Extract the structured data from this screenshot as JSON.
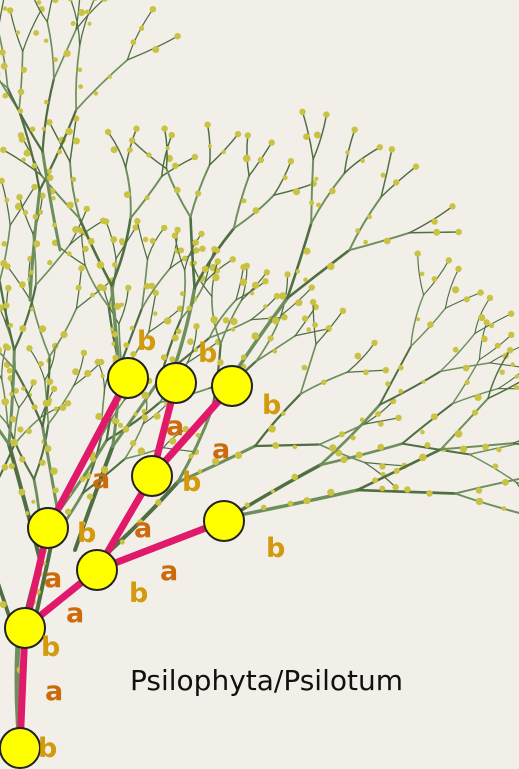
{
  "caption": "Psilophyta/Psilotum",
  "colors": {
    "background": "#f2efe8",
    "stem": "#6e8f5b",
    "stem_dark": "#4f6e42",
    "sporangium": "#c9c243",
    "branch_line": "#e0196b",
    "node_fill": "#ffff00",
    "node_stroke": "#222222",
    "label_a": "#cc6a0c",
    "label_b": "#d49a0e"
  },
  "labels": {
    "a": "a",
    "b": "b"
  }
}
